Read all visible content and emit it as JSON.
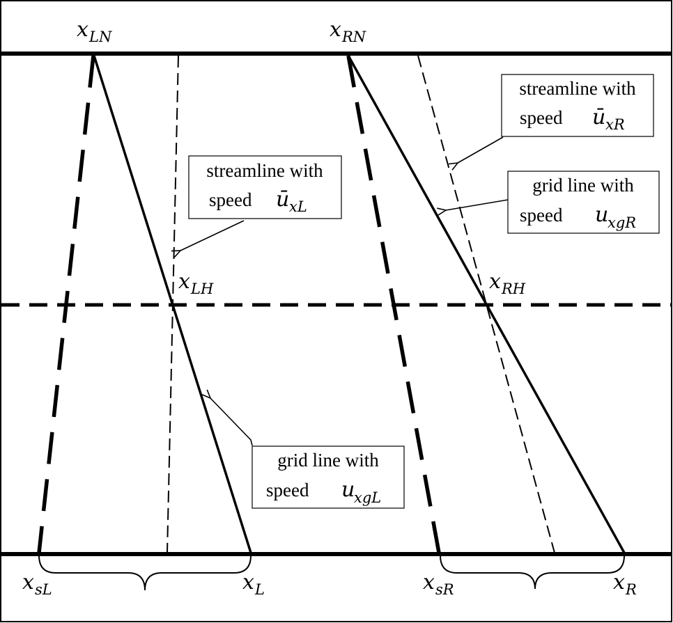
{
  "labels": {
    "x_LN": {
      "base": "x",
      "sub": "LN"
    },
    "x_RN": {
      "base": "x",
      "sub": "RN"
    },
    "x_LH": {
      "base": "x",
      "sub": "LH"
    },
    "x_RH": {
      "base": "x",
      "sub": "RH"
    },
    "x_sL": {
      "base": "x",
      "sub": "sL"
    },
    "x_L": {
      "base": "x",
      "sub": "L"
    },
    "x_sR": {
      "base": "x",
      "sub": "sR"
    },
    "x_R": {
      "base": "x",
      "sub": "R"
    }
  },
  "boxes": {
    "streamline_L": {
      "line1": "streamline with",
      "line2": "speed",
      "sym": "ū",
      "sub": "xL"
    },
    "streamline_R": {
      "line1": "streamline with",
      "line2": "speed",
      "sym": "ū",
      "sub": "xR"
    },
    "gridline_L": {
      "line1": "grid line with",
      "line2": "speed",
      "sym": "u",
      "sub": "xgL"
    },
    "gridline_R": {
      "line1": "grid line with",
      "line2": "speed",
      "sym": "u",
      "sub": "xgR"
    }
  },
  "colors": {
    "line": "#000000",
    "background": "#ffffff"
  }
}
